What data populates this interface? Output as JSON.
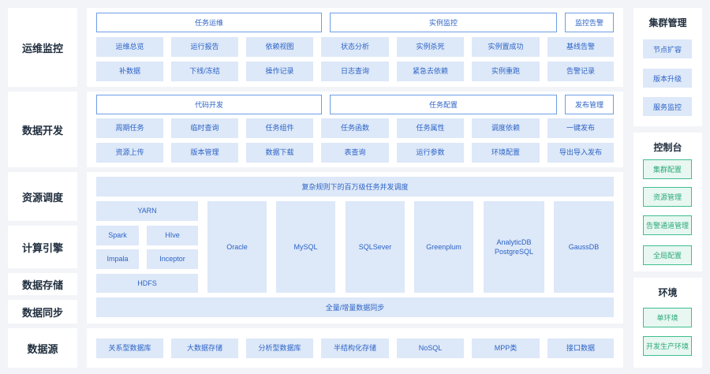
{
  "rows": {
    "ops": "运维监控",
    "dev": "数据开发",
    "sched": "资源调度",
    "compute": "计算引擎",
    "storage": "数据存储",
    "sync": "数据同步",
    "source": "数据源"
  },
  "ops": {
    "headers": [
      "任务运维",
      "实例监控",
      "监控告警"
    ],
    "row1": [
      "运维总览",
      "运行报告",
      "依赖视图",
      "状态分析",
      "实例杀死",
      "实例置成功",
      "基线告警"
    ],
    "row2": [
      "补数据",
      "下线/冻结",
      "操作记录",
      "日志查询",
      "紧急去依赖",
      "实例重跑",
      "告警记录"
    ]
  },
  "dev": {
    "headers": [
      "代码开发",
      "任务配置",
      "发布管理"
    ],
    "row1": [
      "周期任务",
      "临时查询",
      "任务组件",
      "任务函数",
      "任务属性",
      "调度依赖",
      "一键发布"
    ],
    "row2": [
      "资源上传",
      "版本管理",
      "数据下载",
      "表查询",
      "运行参数",
      "环境配置",
      "导出导入发布"
    ]
  },
  "sched": {
    "banner": "复杂规则下的百万级任务并发调度"
  },
  "engines": {
    "yarn": "YARN",
    "spark": "Spark",
    "hive": "HIve",
    "impala": "Impala",
    "inceptor": "Inceptor",
    "hdfs": "HDFS",
    "dbs": [
      "Oracle",
      "MySQL",
      "SQLSever",
      "Greenplum",
      "AnalyticDB\nPostgreSQL",
      "GaussDB"
    ]
  },
  "sync": {
    "banner": "全量/增量数据同步"
  },
  "source": {
    "items": [
      "关系型数据库",
      "大数据存储",
      "分析型数据库",
      "半结构化存储",
      "NoSQL",
      "MPP类",
      "接口数据"
    ]
  },
  "side": {
    "cluster": {
      "title": "集群管理",
      "items": [
        "节点扩容",
        "版本升级",
        "服务监控"
      ]
    },
    "console": {
      "title": "控制台",
      "items": [
        "集群配置",
        "资源管理",
        "告警通道管理",
        "全局配置"
      ]
    },
    "env": {
      "title": "环境",
      "items": [
        "单环境",
        "开发生产环境"
      ]
    }
  }
}
